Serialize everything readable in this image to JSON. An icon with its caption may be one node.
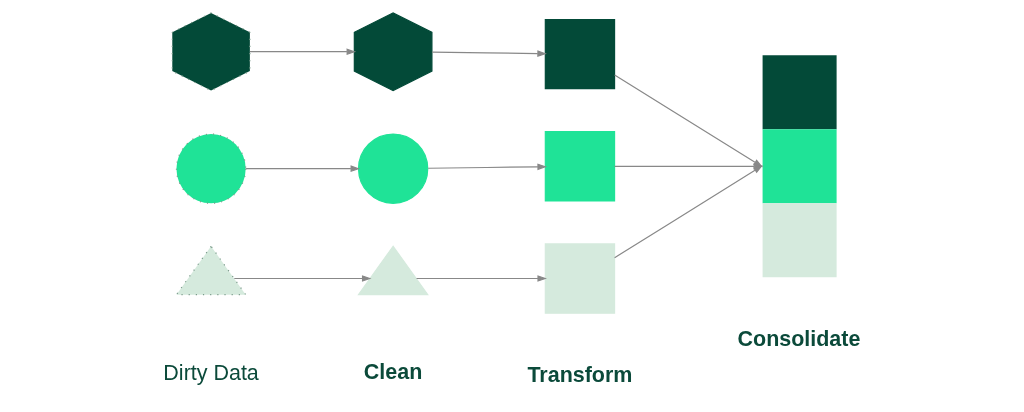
{
  "diagram": {
    "nodes": [
      {
        "text": [],
        "shape": "hexagon"
      },
      {
        "text": [],
        "shape": "circle"
      },
      {
        "text": [],
        "shape": "triangle"
      },
      {
        "text": [],
        "shape": "hexagon"
      },
      {
        "text": [],
        "shape": "circle"
      },
      {
        "text": [],
        "shape": "triangle"
      },
      {
        "text": [],
        "shape": "box"
      },
      {
        "text": [],
        "shape": "box"
      },
      {
        "text": [],
        "shape": "box"
      },
      {
        "text": [],
        "shape": "bar"
      }
    ],
    "edges": [
      {
        "from": 0,
        "to": 3,
        "arrow": "to"
      },
      {
        "from": 1,
        "to": 4,
        "arrow": "to"
      },
      {
        "from": 2,
        "to": 5,
        "arrow": "to"
      },
      {
        "from": 3,
        "to": 6,
        "arrow": "to"
      },
      {
        "from": 4,
        "to": 7,
        "arrow": "to"
      },
      {
        "from": 5,
        "to": 8,
        "arrow": "to"
      },
      {
        "from": 6,
        "to": 9,
        "arrow": "to"
      },
      {
        "from": 7,
        "to": 9,
        "arrow": "to"
      },
      {
        "from": 8,
        "to": 9,
        "arrow": "to"
      }
    ],
    "labels": [
      "Dirty Data",
      "Clean",
      "Transform",
      "Consolidate"
    ]
  }
}
